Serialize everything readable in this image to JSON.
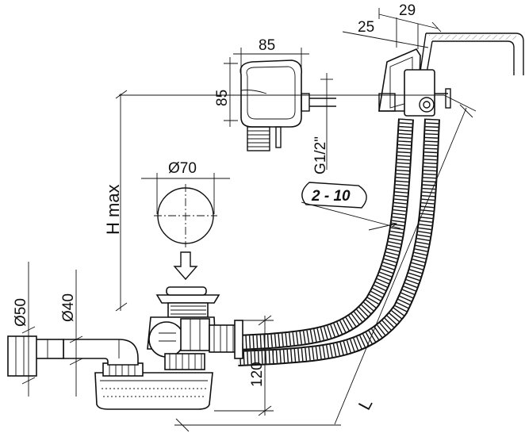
{
  "dimensions": {
    "bracket_width": "29",
    "bracket_offset": "25",
    "valve_width": "85",
    "valve_height": "85",
    "thread": "G1/2\"",
    "height_label": "H max",
    "cap_diameter": "Ø70",
    "hose_range": "2 - 10",
    "pipe_outer": "Ø50",
    "pipe_inner": "Ø40",
    "trap_height": "120",
    "length_label": "L"
  },
  "colors": {
    "line": "#111111",
    "fill": "#ffffff",
    "shade": "#d9d9d9"
  }
}
